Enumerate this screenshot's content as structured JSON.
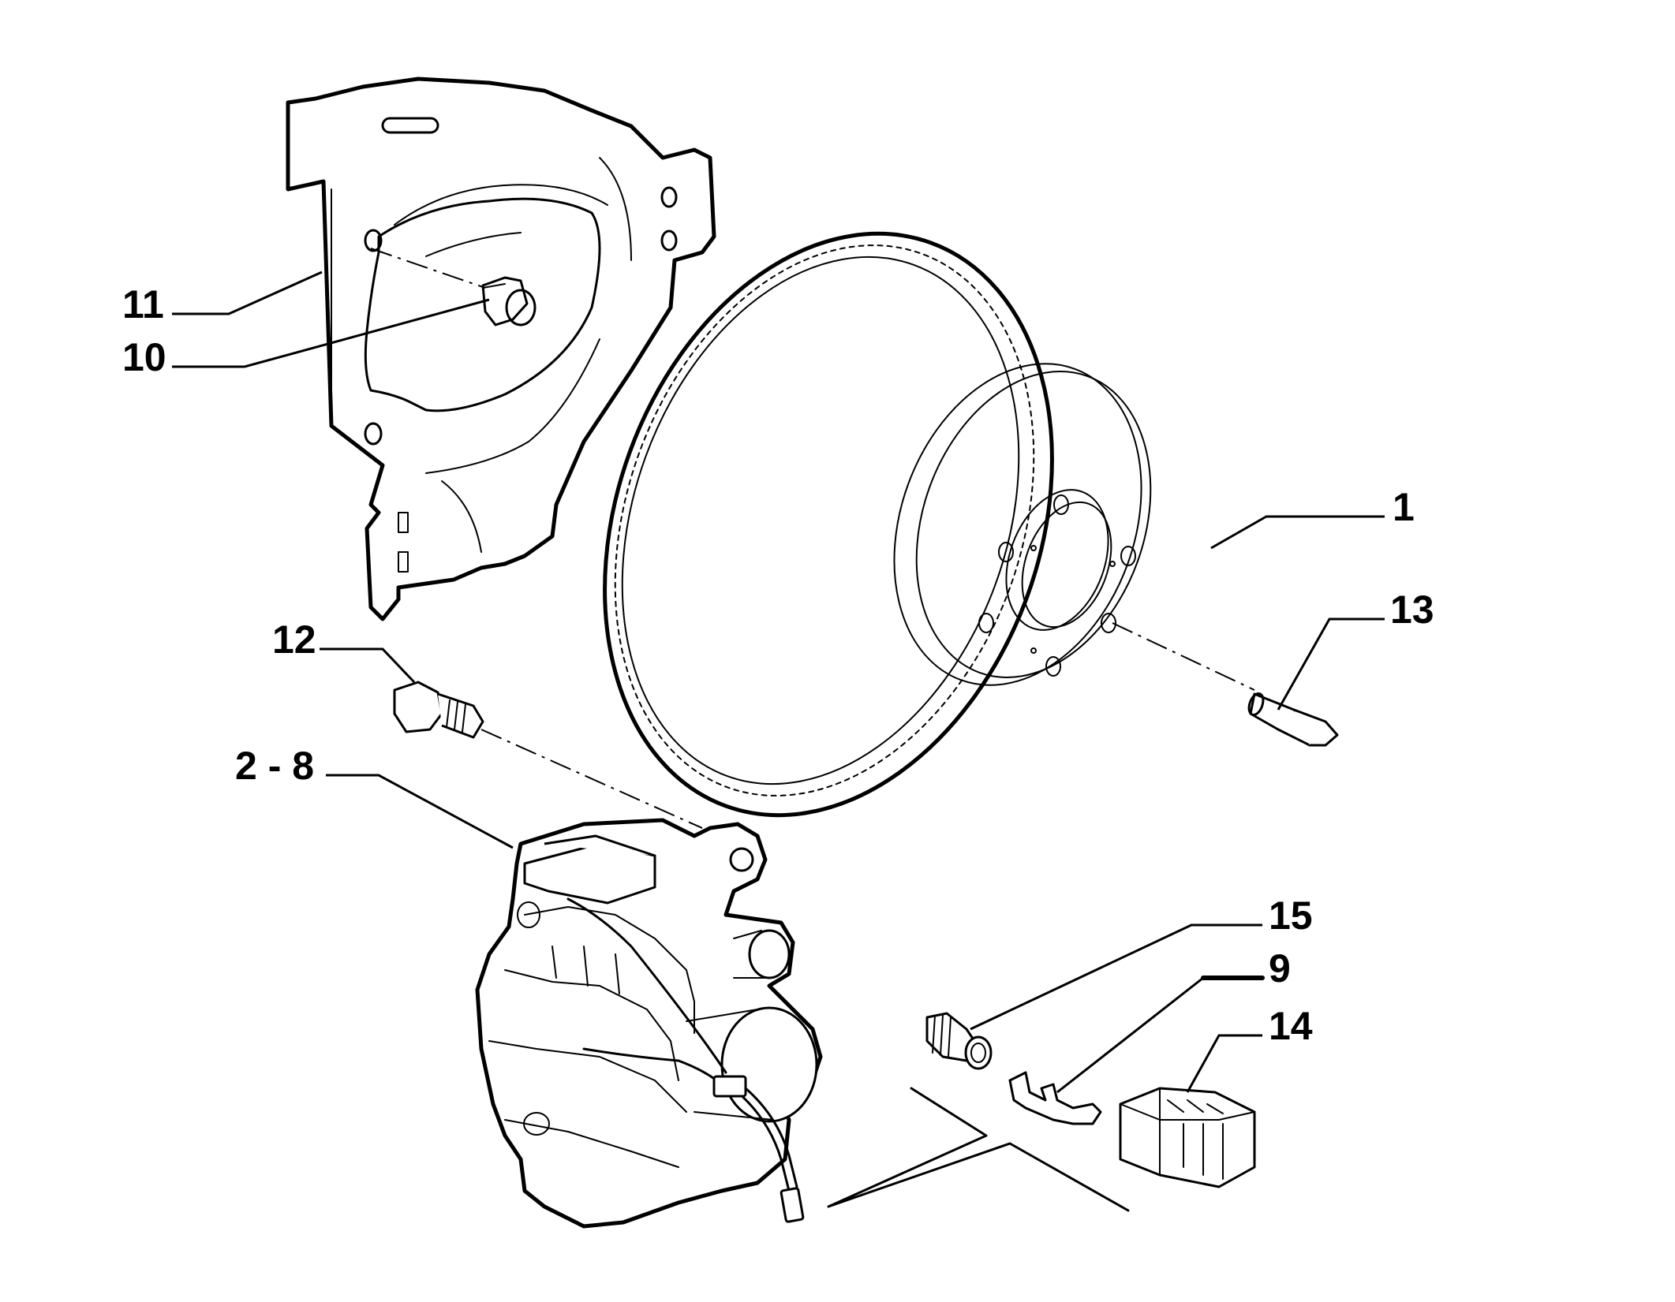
{
  "callouts": {
    "c1": "1",
    "c2_8": "2 - 8",
    "c9": "9",
    "c10": "10",
    "c11": "11",
    "c12": "12",
    "c13": "13",
    "c14": "14",
    "c15": "15"
  },
  "colors": {
    "line": "#000000",
    "background": "#ffffff"
  }
}
